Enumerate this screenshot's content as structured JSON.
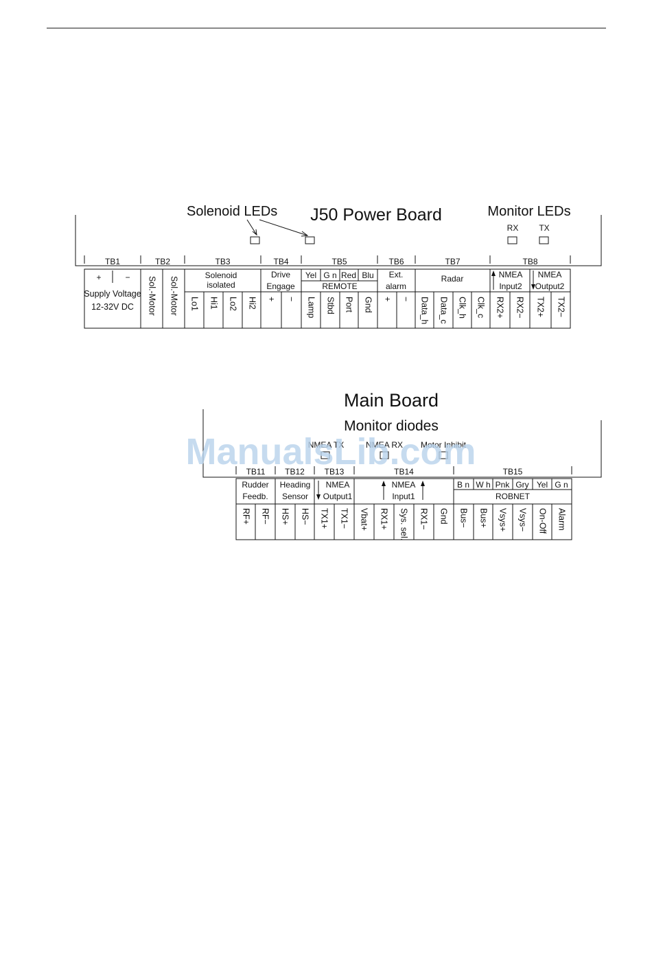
{
  "power_board": {
    "title": "J50 Power Board",
    "solenoid_leds_label": "Solenoid LEDs",
    "monitor_leds_label": "Monitor LEDs",
    "rx_label": "RX",
    "tx_label": "TX",
    "blocks": [
      {
        "name": "TB1"
      },
      {
        "name": "TB2"
      },
      {
        "name": "TB3"
      },
      {
        "name": "TB4"
      },
      {
        "name": "TB5"
      },
      {
        "name": "TB6"
      },
      {
        "name": "TB7"
      },
      {
        "name": "TB8"
      }
    ],
    "groups": {
      "tb1_plus": "+",
      "tb1_minus": "−",
      "tb1_line1": "Supply Voltage",
      "tb1_line2": "12-32V DC",
      "tb3_line1": "Solenoid",
      "tb3_line2": "isolated",
      "tb4_line1": "Drive",
      "tb4_line2": "Engage",
      "tb5_remote": "REMOTE",
      "tb6_line1": "Ext.",
      "tb6_line2": "alarm",
      "tb7_label": "Radar",
      "tb8_in_line1": "NMEA",
      "tb8_in_line2": "Input2",
      "tb8_out_line1": "NMEA",
      "tb8_out_line2": "Output2"
    },
    "colors": [
      "Yel",
      "G n",
      "Red",
      "Blu"
    ],
    "terminals": [
      "Sol.-Motor",
      "Sol.-Motor",
      "Lo1",
      "Hi1",
      "Lo2",
      "Hi2",
      "+",
      "−",
      "Lamp",
      "Stbd",
      "Port",
      "Gnd",
      "+",
      "−",
      "Data_h",
      "Data_c",
      "Clk_h",
      "Clk_c",
      "RX2+",
      "RX2−",
      "TX2+",
      "TX2−"
    ]
  },
  "main_board": {
    "title": "Main Board",
    "subtitle": "Monitor diodes",
    "diode_labels": [
      "NMEA TX",
      "NMEA RX",
      "Motor Inhibit"
    ],
    "blocks": [
      {
        "name": "TB11"
      },
      {
        "name": "TB12"
      },
      {
        "name": "TB13"
      },
      {
        "name": "TB14"
      },
      {
        "name": "TB15"
      }
    ],
    "groups": {
      "tb11_line1": "Rudder",
      "tb11_line2": "Feedb.",
      "tb12_line1": "Heading",
      "tb12_line2": "Sensor",
      "tb13_line1": "NMEA",
      "tb13_line2": "Output1",
      "tb14_line1": "NMEA",
      "tb14_line2": "Input1",
      "tb15_robnet": "ROBNET"
    },
    "colors": [
      "B n",
      "W h",
      "Pnk",
      "Gry",
      "Yel",
      "G n"
    ],
    "terminals": [
      "RF+",
      "RF−",
      "HS+",
      "HS−",
      "TX1+",
      "TX1−",
      "Vbat+",
      "RX1+",
      "Sys. sel.",
      "RX1−",
      "Gnd",
      "Bus−",
      "Bus+",
      "Vsys+",
      "Vsys−",
      "On-Off",
      "Alarm"
    ]
  },
  "watermark": "ManualsLib.com"
}
